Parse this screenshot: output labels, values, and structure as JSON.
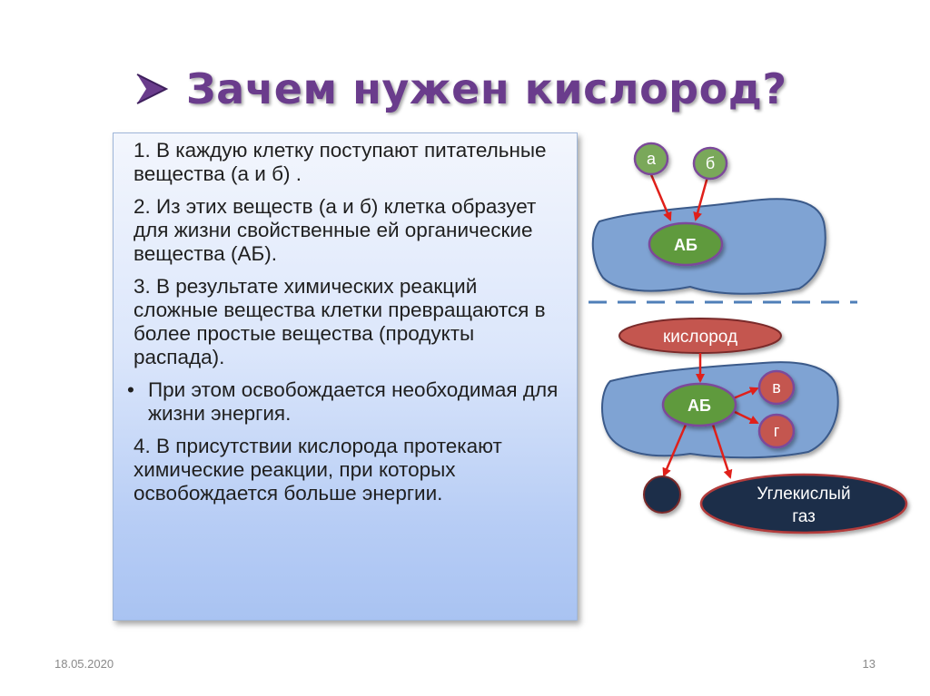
{
  "slide": {
    "title": "Зачем нужен кислород?",
    "date": "18.05.2020",
    "page_number": "13"
  },
  "text_block": {
    "paragraphs": [
      {
        "type": "numbered",
        "text": "1. В каждую клетку поступают питательные вещества (а и б) ."
      },
      {
        "type": "numbered",
        "text": "2. Из этих веществ (а и б) клетка образует для жизни свойственные ей органические вещества (АБ)."
      },
      {
        "type": "numbered",
        "text": "3. В результате химических реакций сложные вещества клетки превращаются в более простые вещества (продукты распада)."
      },
      {
        "type": "bullet",
        "bullet": "•",
        "text": "При этом освобождается необходимая для жизни энергия."
      },
      {
        "type": "numbered",
        "text": "4. В присутствии кислорода протекают химические реакции, при которых освобождается больше энергии."
      }
    ]
  },
  "diagram": {
    "node_a": "а",
    "node_b": "б",
    "node_ab_top": "АБ",
    "oxygen": "кислород",
    "node_ab_bottom": "АБ",
    "node_v": "в",
    "node_g": "г",
    "co2_line1": "Углекислый",
    "co2_line2": "газ"
  },
  "colors": {
    "title": "#6a3c8c",
    "cell_fill": "#7fa3d3",
    "cell_stroke": "#3b5a8a",
    "node_fill": "#7aa85a",
    "node_stroke": "#7b4a9a",
    "ab_fill": "#5f9a3c",
    "oxygen_fill": "#c4564f",
    "co2_fill": "#1f2e4a",
    "arrow": "#e0201a",
    "dash": "#4f7fb8"
  }
}
